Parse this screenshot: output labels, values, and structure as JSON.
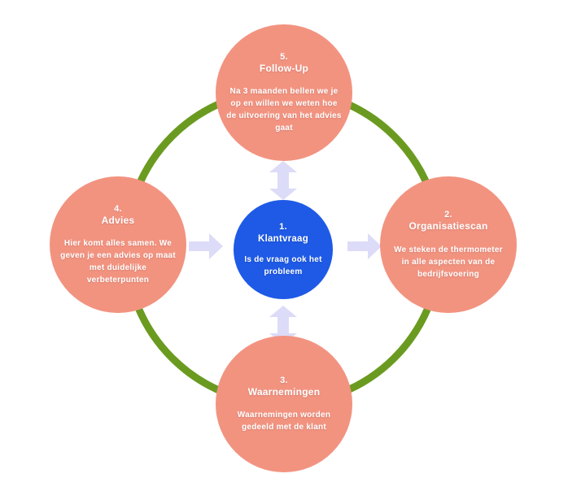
{
  "diagram": {
    "colors": {
      "node_salmon": "#f29380",
      "center_blue": "#1e5ae6",
      "ring_green": "#6a9b20",
      "arrow_lavender": "#dcdcf8",
      "text": "#ffffff",
      "background": "#ffffff"
    },
    "nodes": {
      "center": {
        "number": "1.",
        "title": "Klantvraag",
        "description": "Is de vraag ook het probleem"
      },
      "top": {
        "number": "5.",
        "title": "Follow-Up",
        "description": "Na 3 maanden bellen we je op en willen we weten hoe de uitvoering van het advies gaat"
      },
      "right": {
        "number": "2.",
        "title": "Organisatiescan",
        "description": "We steken de thermometer in alle aspecten van de bedrijfsvoering"
      },
      "bottom": {
        "number": "3.",
        "title": "Waarnemingen",
        "description": "Waarnemingen worden gedeeld met de klant"
      },
      "left": {
        "number": "4.",
        "title": "Advies",
        "description": "Hier komt alles samen. We geven je een advies op maat met duidelijke verbeterpunten"
      }
    }
  }
}
